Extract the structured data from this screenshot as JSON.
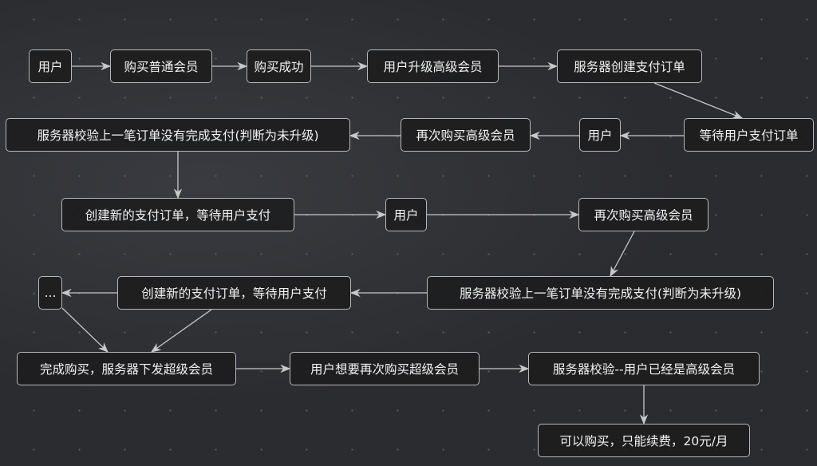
{
  "nodes": [
    {
      "id": "n1",
      "label": "用户"
    },
    {
      "id": "n2",
      "label": "购买普通会员"
    },
    {
      "id": "n3",
      "label": "购买成功"
    },
    {
      "id": "n4",
      "label": "用户升级高级会员"
    },
    {
      "id": "n5",
      "label": "服务器创建支付订单"
    },
    {
      "id": "n6",
      "label": "等待用户支付订单"
    },
    {
      "id": "n7",
      "label": "用户"
    },
    {
      "id": "n8",
      "label": "再次购买高级会员"
    },
    {
      "id": "n9",
      "label": "服务器校验上一笔订单没有完成支付(判断为未升级)"
    },
    {
      "id": "n10",
      "label": "创建新的支付订单，等待用户支付"
    },
    {
      "id": "n11",
      "label": "用户"
    },
    {
      "id": "n12",
      "label": "再次购买高级会员"
    },
    {
      "id": "n13",
      "label": "服务器校验上一笔订单没有完成支付(判断为未升级)"
    },
    {
      "id": "n14",
      "label": "创建新的支付订单，等待用户支付"
    },
    {
      "id": "n15",
      "label": "..."
    },
    {
      "id": "n16",
      "label": "完成购买，服务器下发超级会员"
    },
    {
      "id": "n17",
      "label": "用户想要再次购买超级会员"
    },
    {
      "id": "n18",
      "label": "服务器校验--用户已经是高级会员"
    },
    {
      "id": "n19",
      "label": "可以购买，只能续费，20元/月"
    }
  ],
  "edges": [
    [
      "n1",
      "n2"
    ],
    [
      "n2",
      "n3"
    ],
    [
      "n3",
      "n4"
    ],
    [
      "n4",
      "n5"
    ],
    [
      "n5",
      "n6"
    ],
    [
      "n6",
      "n7"
    ],
    [
      "n7",
      "n8"
    ],
    [
      "n8",
      "n9"
    ],
    [
      "n9",
      "n10"
    ],
    [
      "n10",
      "n11"
    ],
    [
      "n11",
      "n12"
    ],
    [
      "n12",
      "n13"
    ],
    [
      "n13",
      "n14"
    ],
    [
      "n14",
      "n15"
    ],
    [
      "n15",
      "n16"
    ],
    [
      "n14",
      "n16"
    ],
    [
      "n16",
      "n17"
    ],
    [
      "n17",
      "n18"
    ],
    [
      "n18",
      "n19"
    ]
  ]
}
